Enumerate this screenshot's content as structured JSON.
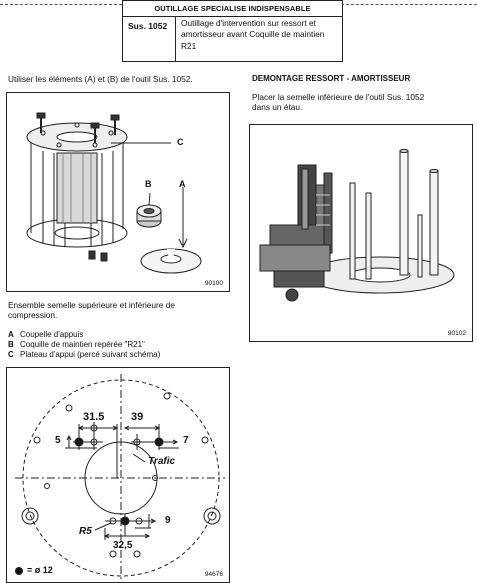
{
  "tooling": {
    "header": "OUTILLAGE SPECIALISE INDISPENSABLE",
    "reference": "Sus. 1052",
    "description": "Outillage d'intervention sur ressort et amortisseur avant Coquille de maintien R21"
  },
  "left": {
    "intro": "Utiliser les éléments (A) et (B) de l'outil Sus. 1052.",
    "figure1": {
      "number": "90100",
      "callouts": {
        "a": "A",
        "b": "B",
        "c": "C"
      }
    },
    "caption": {
      "line1": "Ensemble semelle supérieure et inférieure de",
      "line2": "compression."
    },
    "legend": [
      {
        "key": "A",
        "text": "Coupelle d'appuis"
      },
      {
        "key": "B",
        "text": "Coquille de maintien repérée \"R21\""
      },
      {
        "key": "C",
        "text": "Plateau d'appui (percé suivant schéma)"
      }
    ],
    "figure3": {
      "number": "94676",
      "dims": {
        "d315": "31.5",
        "d39": "39",
        "d325": "32,5"
      },
      "marks": {
        "m5": "5",
        "m7": "7",
        "m9": "9",
        "r5": "R5"
      },
      "trafic": "Trafic",
      "key_text": "= ø 12"
    }
  },
  "right": {
    "heading": "DEMONTAGE RESSORT - AMORTISSEUR",
    "instruction_line1": "Placer la semelle inférieure de l'outil Sus. 1052",
    "instruction_line2": "dans un étau.",
    "figure2": {
      "number": "90102"
    }
  }
}
